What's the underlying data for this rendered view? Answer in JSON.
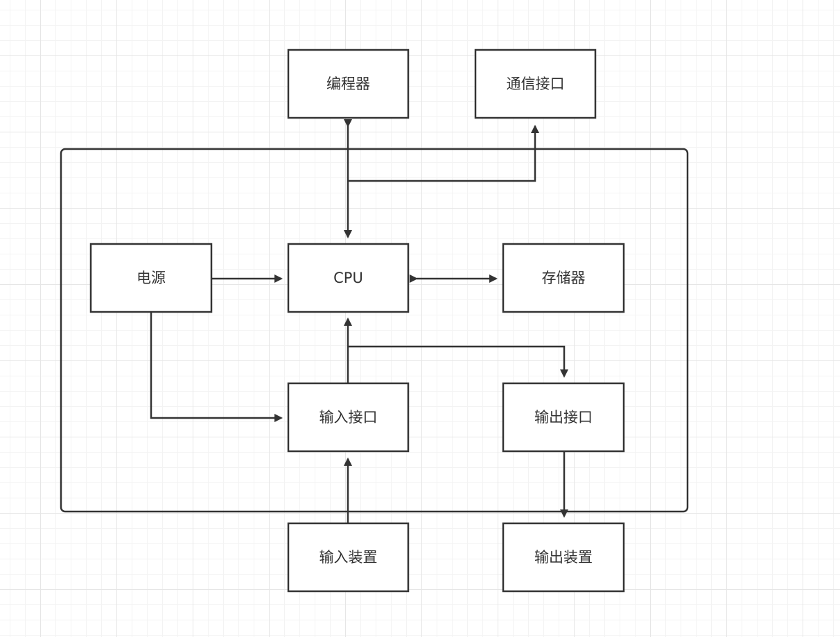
{
  "nodes": {
    "programmer": "编程器",
    "comm_interface": "通信接口",
    "power": "电源",
    "cpu": "CPU",
    "memory": "存储器",
    "input_interface": "输入接口",
    "output_interface": "输出接口",
    "input_device": "输入装置",
    "output_device": "输出装置"
  },
  "colors": {
    "stroke": "#333333",
    "node_fill": "#ffffff",
    "grid": "#e6e6e6"
  }
}
